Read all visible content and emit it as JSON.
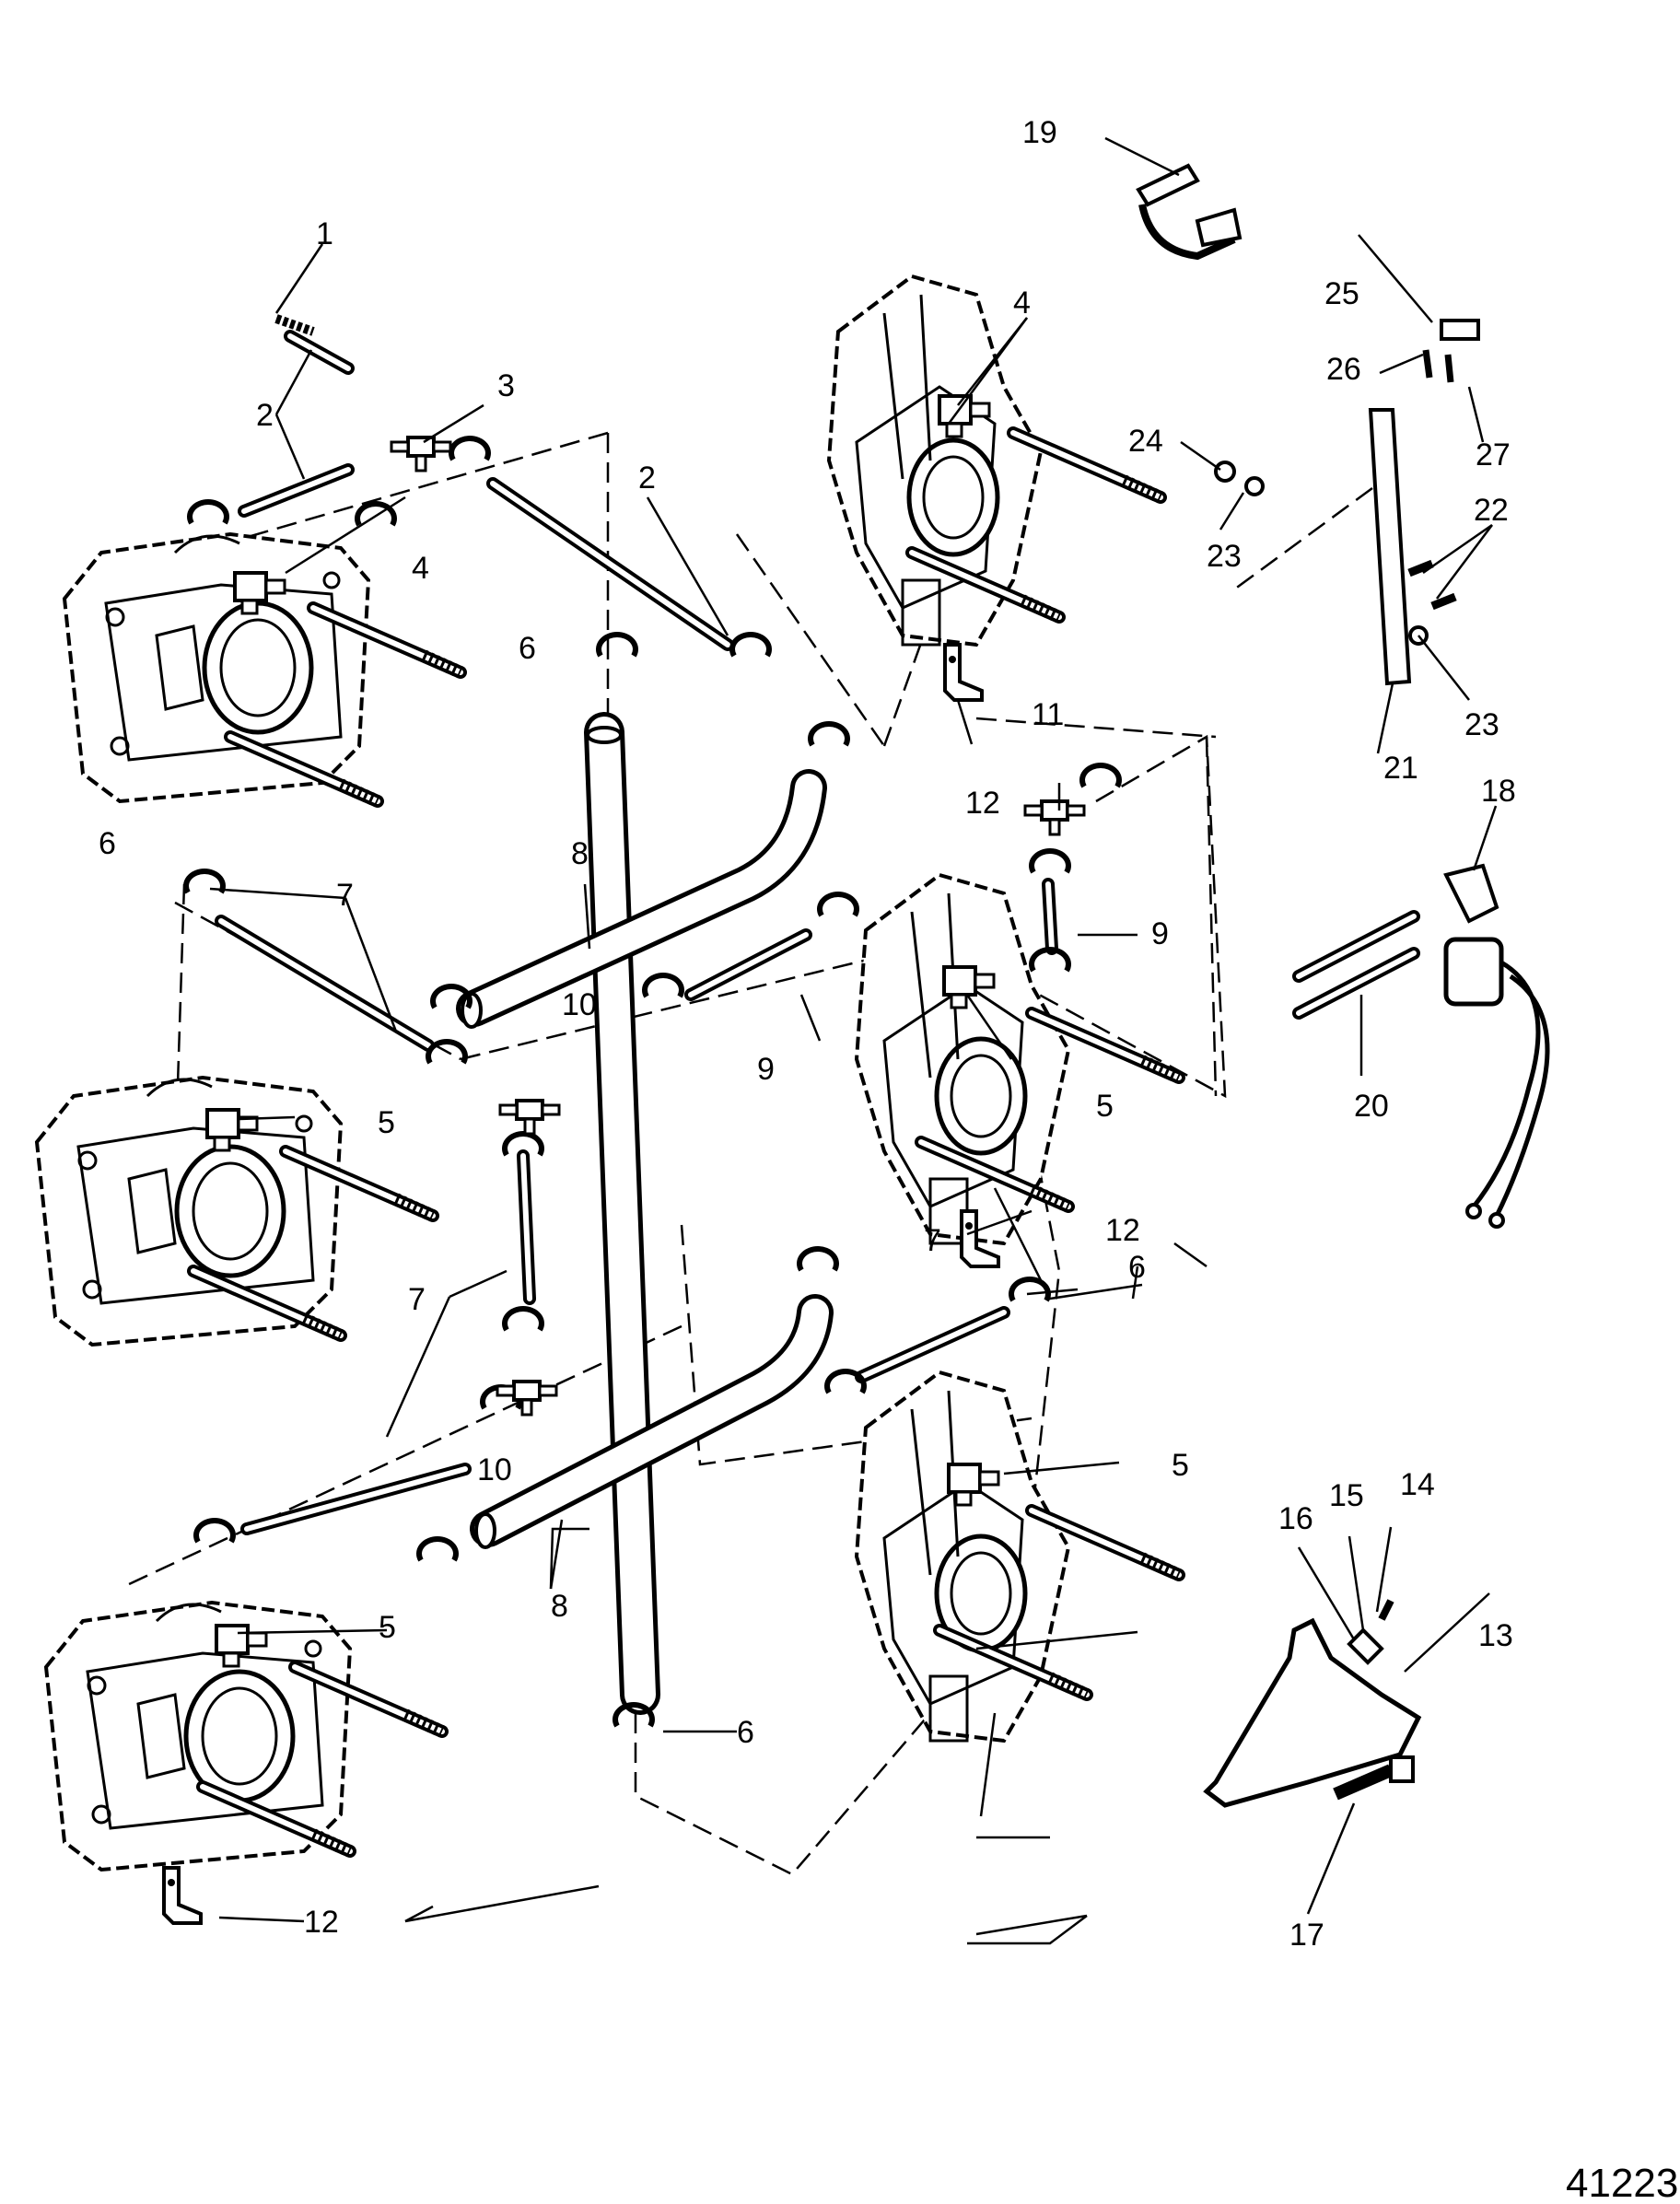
{
  "figure_number": "41223",
  "callouts": {
    "c1": "1",
    "c2a": "2",
    "c2b": "2",
    "c3": "3",
    "c4a": "4",
    "c4b": "4",
    "c5a": "5",
    "c5b": "5",
    "c5c": "5",
    "c5d": "5",
    "c6a": "6",
    "c6b": "6",
    "c6c": "6",
    "c6d": "6",
    "c7a": "7",
    "c7b": "7",
    "c7c": "7",
    "c8a": "8",
    "c8b": "8",
    "c9a": "9",
    "c9b": "9",
    "c10a": "10",
    "c10b": "10",
    "c11": "11",
    "c12a": "12",
    "c12b": "12",
    "c12c": "12",
    "c13": "13",
    "c14": "14",
    "c15": "15",
    "c16": "16",
    "c17": "17",
    "c18": "18",
    "c19": "19",
    "c20": "20",
    "c21": "21",
    "c22": "22",
    "c23a": "23",
    "c23b": "23",
    "c24": "24",
    "c25": "25",
    "c26": "26",
    "c27": "27"
  }
}
